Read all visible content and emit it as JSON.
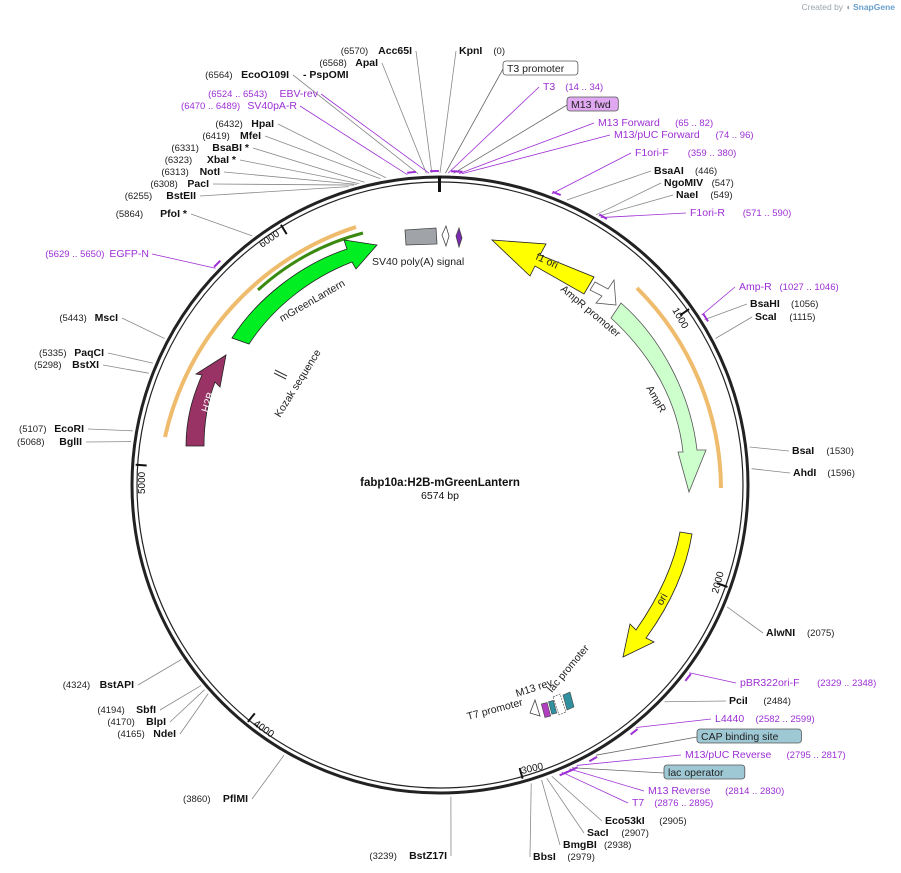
{
  "credit": {
    "prefix": "Created by",
    "brand": "SnapGene"
  },
  "plasmid": {
    "name": "fabp10a:H2B-mGreenLantern",
    "size_label": "6574 bp"
  },
  "ticks": [
    "1000",
    "2000",
    "3000",
    "4000",
    "5000",
    "6000"
  ],
  "enzymes_left": [
    {
      "pos": "(6570)",
      "name": "Acc65I"
    },
    {
      "pos": "(6568)",
      "name": "ApaI"
    },
    {
      "pos": "(6564)",
      "name": "EcoO109I",
      "extra": "- PspOMI"
    },
    {
      "pos": "(6432)",
      "name": "HpaI"
    },
    {
      "pos": "(6419)",
      "name": "MfeI"
    },
    {
      "pos": "(6331)",
      "name": "BsaBI *"
    },
    {
      "pos": "(6323)",
      "name": "XbaI *"
    },
    {
      "pos": "(6313)",
      "name": "NotI"
    },
    {
      "pos": "(6308)",
      "name": "PacI"
    },
    {
      "pos": "(6255)",
      "name": "BstEII"
    },
    {
      "pos": "(5864)",
      "name": "PfoI *"
    },
    {
      "pos": "(5443)",
      "name": "MscI"
    },
    {
      "pos": "(5335)",
      "name": "PaqCI"
    },
    {
      "pos": "(5298)",
      "name": "BstXI"
    },
    {
      "pos": "(5107)",
      "name": "EcoRI"
    },
    {
      "pos": "(5068)",
      "name": "BglII"
    },
    {
      "pos": "(4324)",
      "name": "BstAPI"
    },
    {
      "pos": "(4194)",
      "name": "SbfI"
    },
    {
      "pos": "(4170)",
      "name": "BlpI"
    },
    {
      "pos": "(4165)",
      "name": "NdeI"
    },
    {
      "pos": "(3860)",
      "name": "PflMI"
    },
    {
      "pos": "(3239)",
      "name": "BstZ17I"
    }
  ],
  "enzymes_right": [
    {
      "name": "KpnI",
      "pos": "(0)"
    },
    {
      "name": "BsaAI",
      "pos": "(446)"
    },
    {
      "name": "NgoMIV",
      "pos": "(547)"
    },
    {
      "name": "NaeI",
      "pos": "(549)"
    },
    {
      "name": "BsaHI",
      "pos": "(1056)"
    },
    {
      "name": "ScaI",
      "pos": "(1115)"
    },
    {
      "name": "BsaI",
      "pos": "(1530)"
    },
    {
      "name": "AhdI",
      "pos": "(1596)"
    },
    {
      "name": "AlwNI",
      "pos": "(2075)"
    },
    {
      "name": "PciI",
      "pos": "(2484)"
    },
    {
      "name": "Eco53kI",
      "pos": "(2905)"
    },
    {
      "name": "SacI",
      "pos": "(2907)"
    },
    {
      "name": "BmgBI",
      "pos": "(2938)"
    },
    {
      "name": "BbsI",
      "pos": "(2979)"
    }
  ],
  "features_left": [
    {
      "pos": "(6524 .. 6543)",
      "name": "EBV-rev"
    },
    {
      "pos": "(6470 .. 6489)",
      "name": "SV40pA-R"
    },
    {
      "pos": "(5629 .. 5650)",
      "name": "EGFP-N"
    }
  ],
  "features_right": [
    {
      "name": "T3 promoter",
      "boxed": "white"
    },
    {
      "name": "T3",
      "pos": "(14 .. 34)"
    },
    {
      "name": "M13 fwd",
      "boxed": "purple"
    },
    {
      "name": "M13 Forward",
      "pos": "(65 .. 82)"
    },
    {
      "name": "M13/pUC Forward",
      "pos": "(74 .. 96)"
    },
    {
      "name": "F1ori-F",
      "pos": "(359 .. 380)"
    },
    {
      "name": "F1ori-R",
      "pos": "(571 .. 590)"
    },
    {
      "name": "Amp-R",
      "pos": "(1027 .. 1046)"
    },
    {
      "name": "pBR322ori-F",
      "pos": "(2329 .. 2348)"
    },
    {
      "name": "L4440",
      "pos": "(2582 .. 2599)"
    },
    {
      "name": "CAP binding site",
      "boxed": "teal"
    },
    {
      "name": "M13/pUC Reverse",
      "pos": "(2795 .. 2817)"
    },
    {
      "name": "lac operator",
      "boxed": "teal"
    },
    {
      "name": "M13 Reverse",
      "pos": "(2814 .. 2830)"
    },
    {
      "name": "T7",
      "pos": "(2876 .. 2895)"
    }
  ],
  "inner_labels": {
    "sv40": "SV40 poly(A) signal",
    "f1ori": "f1 ori",
    "ampr_promoter": "AmpR promoter",
    "ampr": "AmpR",
    "ori": "ori",
    "mgreenlantern": "mGreenLantern",
    "kozak": "Kozak sequence",
    "h2b": "H2B",
    "m13rev": "M13 rev",
    "lacpromoter": "lac promoter",
    "t7promoter": "T7 promoter"
  },
  "colors": {
    "backbone": "#222222",
    "primer": "#9d2fd4",
    "f1ori": "#ffff00",
    "ori": "#ffff00",
    "ampr": "#ccffcc",
    "mgreenlantern": "#00ee22",
    "h2b": "#993366",
    "orange_arc": "#f0b040",
    "sv40": "#a0a4a8",
    "teal_box": "#9ec8d4",
    "purple_box": "#e0a8f0"
  }
}
